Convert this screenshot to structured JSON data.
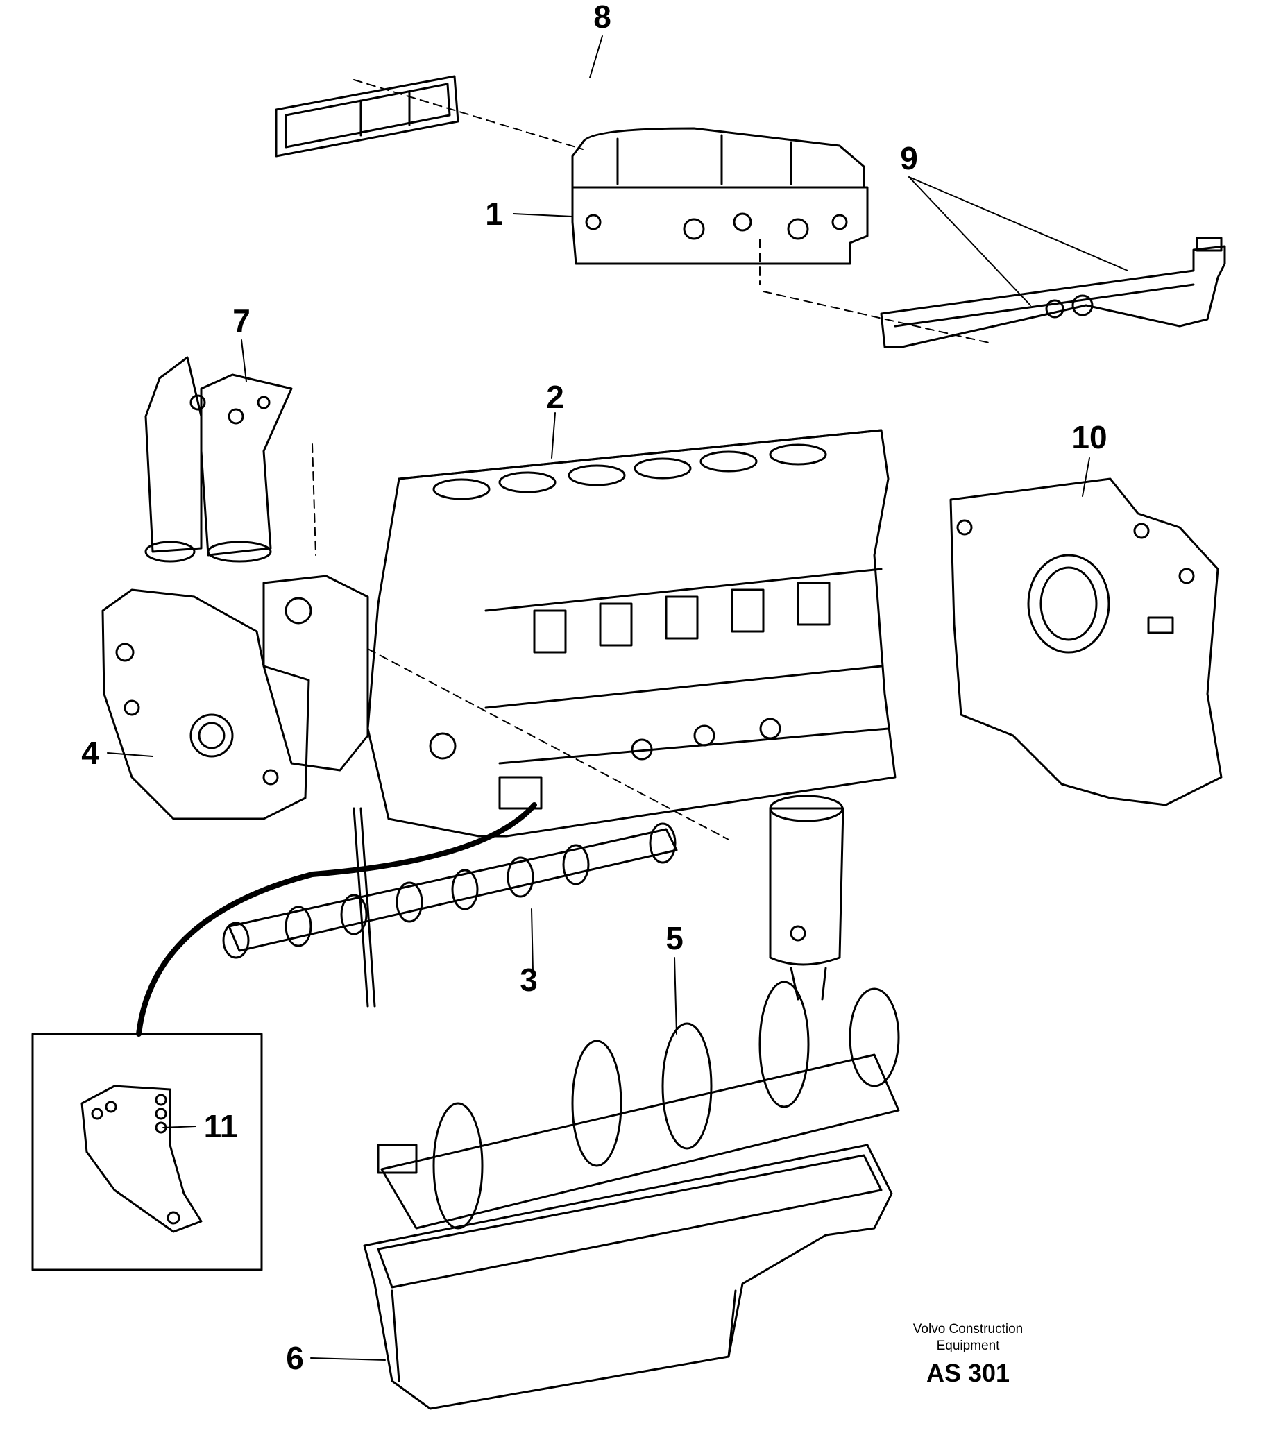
{
  "callouts": [
    {
      "label": "1"
    },
    {
      "label": "2"
    },
    {
      "label": "3"
    },
    {
      "label": "4"
    },
    {
      "label": "5"
    },
    {
      "label": "6"
    },
    {
      "label": "7"
    },
    {
      "label": "8"
    },
    {
      "label": "9"
    },
    {
      "label": "10"
    },
    {
      "label": "11"
    }
  ],
  "credit": {
    "line1": "Volvo Construction",
    "line2": "Equipment",
    "code": "AS 301"
  },
  "colors": {
    "ink": "#000000",
    "paper": "#ffffff"
  }
}
